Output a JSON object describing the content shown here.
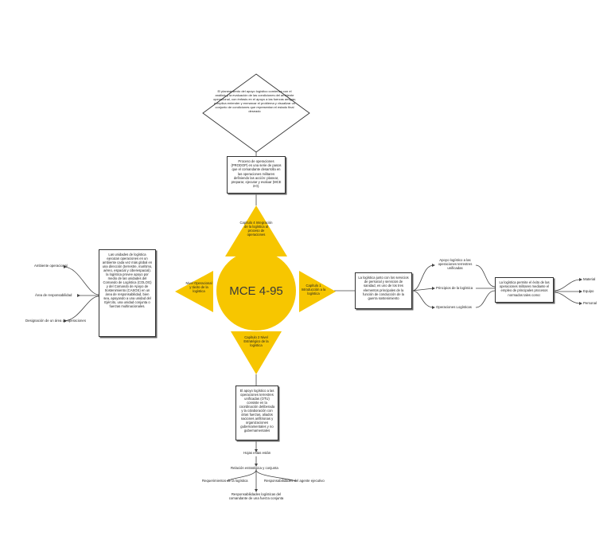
{
  "center": {
    "title": "MCE 4-95",
    "color": "#f7c600"
  },
  "triangles": {
    "top": "Capítulo 4 Integración de la logística al proceso de operaciones",
    "left": "Nivel Operacional y tácito de la logística",
    "right": "Capítulo 1 Introducción a la logística",
    "bottom": "Capítulo 2 Nivel Estratégico de la logística"
  },
  "diamond": "El planeamiento del apoyo logístico comienza con el análisis y la evaluación de las condiciones del ambiente operacional, con énfasis en el apoyo a las fuerzas amigas; a implica entender y enmarcar el problema y visualizar un conjunto de condiciones que representan el estado final deseado",
  "top_box": "Proceso de operaciones (PRODOP) es una serie de pasos que el comandante desarrolla en las operaciones militares definiendo las acción: planear, preparar, ejecutar y evaluar (MCE 3-0).",
  "left_box": "Las unidades de logística ejecutan operaciones en un ambiente cada vez más global en una dirección (terrestre, marítimo, aéreo, espacial y ciberespacial). la logística provee apoyo por medio de las unidades del Comando de Logística (COLOG) y del Comando de Apoyo de Sostenimiento (CASOS) en un área de responsabilidad, bien sea, apoyando a una unidad del Ejército, una unidad conjunta o fuerzas multinacionales.",
  "left_items": [
    "Ambiente operacional",
    "Área de responsabilidad",
    "Designación de un área de operaciones"
  ],
  "right_box": "La logística junto con los servicios de personal y servicios de sanidad, es uno de los tres elementos principales de la función de conducción de la guerra sostenimiento",
  "right_items": [
    "Apoyo logístico a las operaciones terrestres unificadas",
    "Principios de la logística",
    "Operaciones Logísticas"
  ],
  "far_right_box": "La logística permite el éxito de las operaciones militares mediante el empleo de principales procesos normados tales como:",
  "far_right_items": [
    "Material",
    "Equipo",
    "Personal"
  ],
  "bottom_box": "El apoyo logístico a las operaciones terrestres unificadas (OTU) consiste en la coordinación deliberada y la colaboración con otras fuerzas, aliados naciones anfitrionas y organizaciones gubernamentales y no gubernamentales",
  "bottom_chain": [
    "Hojas estas están",
    "Relación estratégica y conjunta"
  ],
  "bottom_items": [
    "Requerimientos de la logística",
    "Responsabilidades del agente ejecutivo",
    "Responsabilidades logísticas del comandante de una fuerza conjunta"
  ]
}
